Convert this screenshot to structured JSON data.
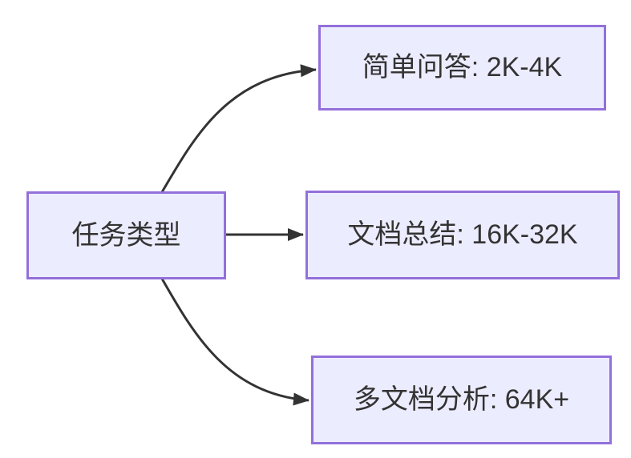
{
  "diagram": {
    "type": "flowchart",
    "direction": "left-to-right",
    "colors": {
      "background": "#ffffff",
      "node_fill": "#ECECFF",
      "node_border": "#9370DB",
      "edge": "#333333",
      "text": "#333333"
    },
    "nodes": {
      "root": {
        "label": "任务类型"
      },
      "simple_qa": {
        "label": "简单问答: 2K-4K"
      },
      "doc_summary": {
        "label": "文档总结: 16K-32K"
      },
      "multi_doc": {
        "label": "多文档分析: 64K+"
      }
    },
    "edges": [
      {
        "from": "任务类型",
        "to": "简单问答: 2K-4K"
      },
      {
        "from": "任务类型",
        "to": "文档总结: 16K-32K"
      },
      {
        "from": "任务类型",
        "to": "多文档分析: 64K+"
      }
    ]
  }
}
